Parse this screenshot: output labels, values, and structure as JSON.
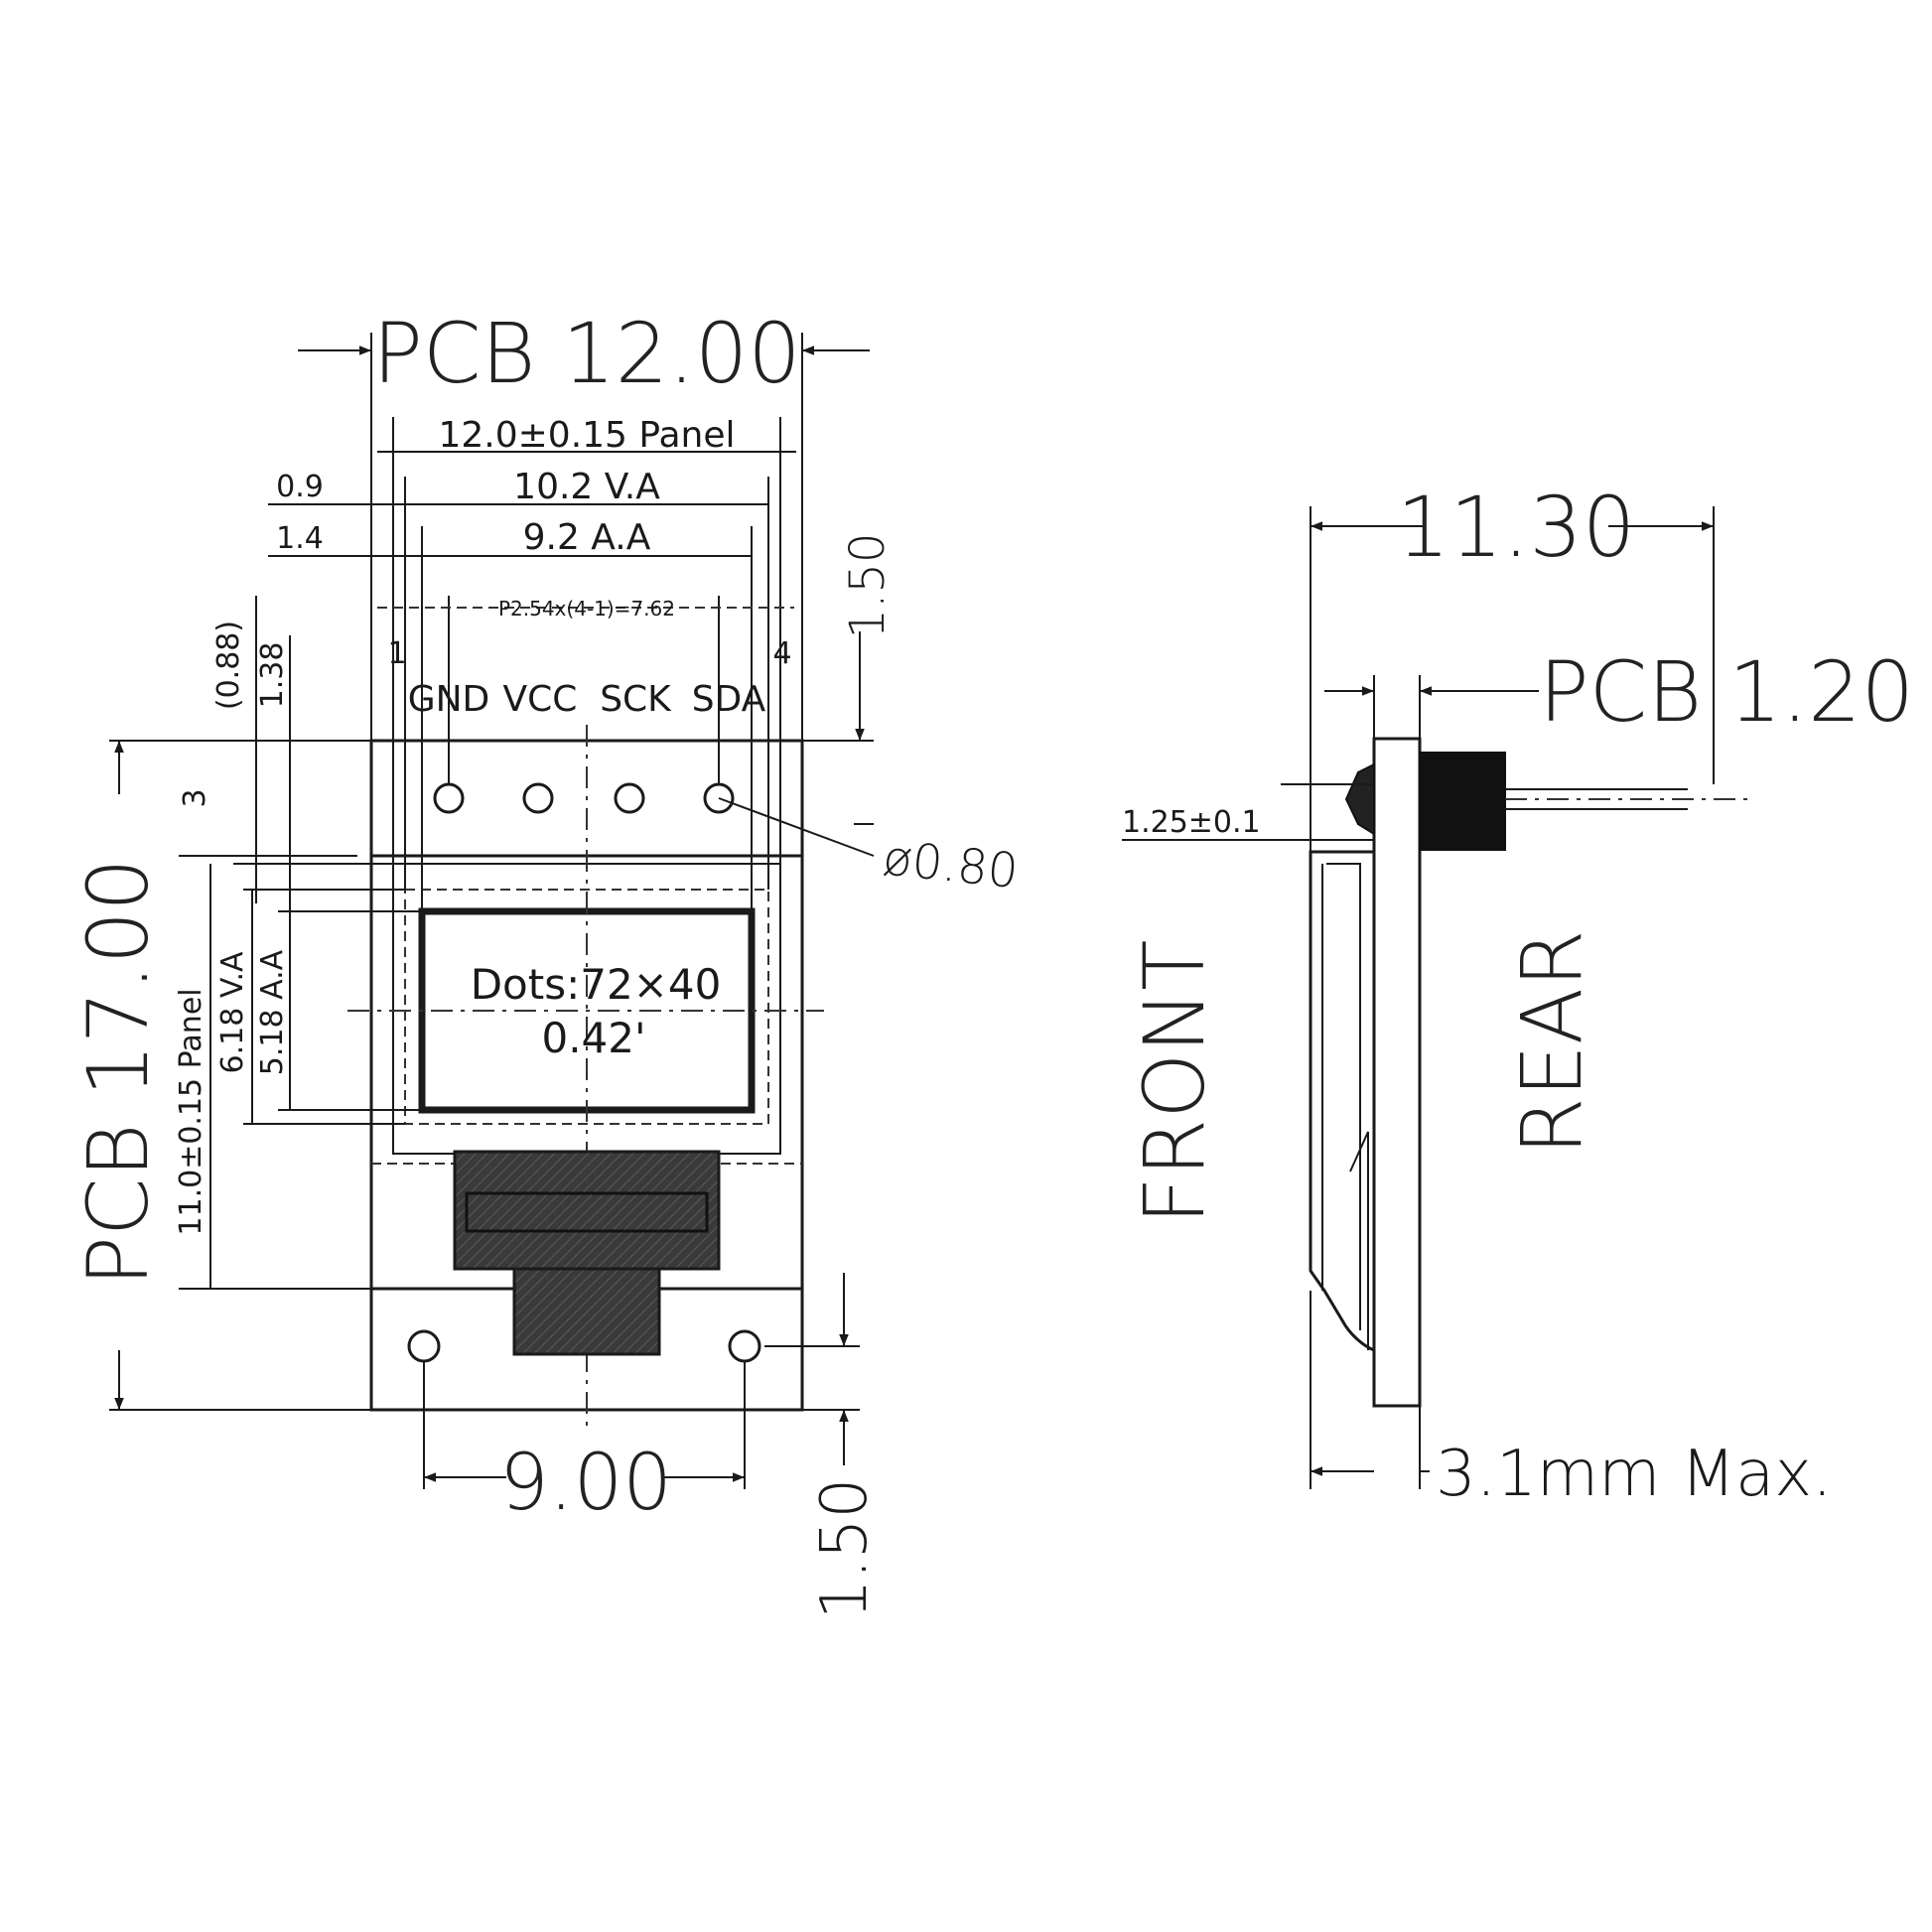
{
  "front_view": {
    "pcb_width": "PCB 12.00",
    "panel_width": "12.0±0.15 Panel",
    "va_width": "10.2 V.A",
    "aa_width": "9.2 A.A",
    "left_offset_va": "0.9",
    "left_offset_aa": "1.4",
    "pin_pitch": "P2.54x(4-1)=7.62",
    "top_margin": "1.50",
    "pin_first": "1",
    "pin_last": "4",
    "pin_labels": [
      "GND",
      "VCC",
      "SCK",
      "SDA"
    ],
    "hole_diameter": "ø0.80",
    "offset_088": "(0.88)",
    "offset_138": "1.38",
    "pin_row_offset": "3",
    "pcb_height": "PCB 17.00",
    "panel_height": "11.0±0.15 Panel",
    "va_height": "6.18 V.A",
    "aa_height": "5.18 A.A",
    "display_dots": "Dots:72×40",
    "display_size": "0.42'",
    "mount_hole_spacing": "9.00",
    "bottom_margin": "1.50"
  },
  "side_view": {
    "total_height": "11.30",
    "pcb_thickness": "PCB 1.20",
    "pin_offset": "1.25±0.1",
    "front_label": "FRONT",
    "rear_label": "REAR",
    "max_thickness": "3.1mm Max."
  }
}
